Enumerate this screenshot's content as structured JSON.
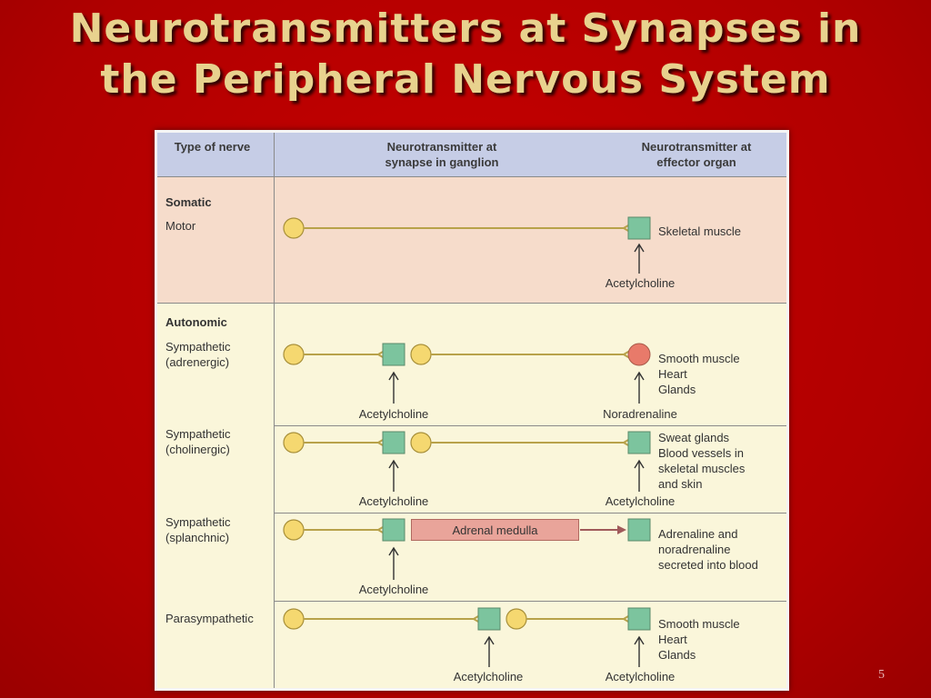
{
  "title_line1": "Neurotransmitters at Synapses in",
  "title_line2": "the Peripheral Nervous System",
  "page_number": "5",
  "header": {
    "type_of_nerve": "Type of nerve",
    "ganglion": "Neurotransmitter at synapse in ganglion",
    "effector": "Neurotransmitter at effector organ"
  },
  "rows": {
    "somatic": {
      "group": "Somatic",
      "name": "Motor",
      "organ": "Skeletal muscle",
      "nt_effector": "Acetylcholine"
    },
    "autonomic_group": "Autonomic",
    "symp_adrenergic": {
      "name": "Sympathetic (adrenergic)",
      "organ": [
        "Smooth muscle",
        "Heart",
        "Glands"
      ],
      "nt_ganglion": "Acetylcholine",
      "nt_effector": "Noradrenaline"
    },
    "symp_cholinergic": {
      "name": "Sympathetic (cholinergic)",
      "organ": [
        "Sweat glands",
        "Blood vessels in",
        "skeletal muscles",
        "and skin"
      ],
      "nt_ganglion": "Acetylcholine",
      "nt_effector": "Acetylcholine"
    },
    "symp_splanchnic": {
      "name": "Sympathetic (splanchnic)",
      "adrenal": "Adrenal medulla",
      "organ": [
        "Adrenaline and",
        "noradrenaline",
        "secreted into blood"
      ],
      "nt_ganglion": "Acetylcholine"
    },
    "parasympathetic": {
      "name": "Parasympathetic",
      "organ": [
        "Smooth muscle",
        "Heart",
        "Glands"
      ],
      "nt_ganglion": "Acetylcholine",
      "nt_effector": "Acetylcholine"
    }
  },
  "colors": {
    "background": "#c00000",
    "title": "#e8d28e",
    "cell_body": "#f5d870",
    "axon": "#b8a24a",
    "target_green": "#7cc49e",
    "target_red": "#e87a6a",
    "adrenal": "#e9a49a"
  }
}
